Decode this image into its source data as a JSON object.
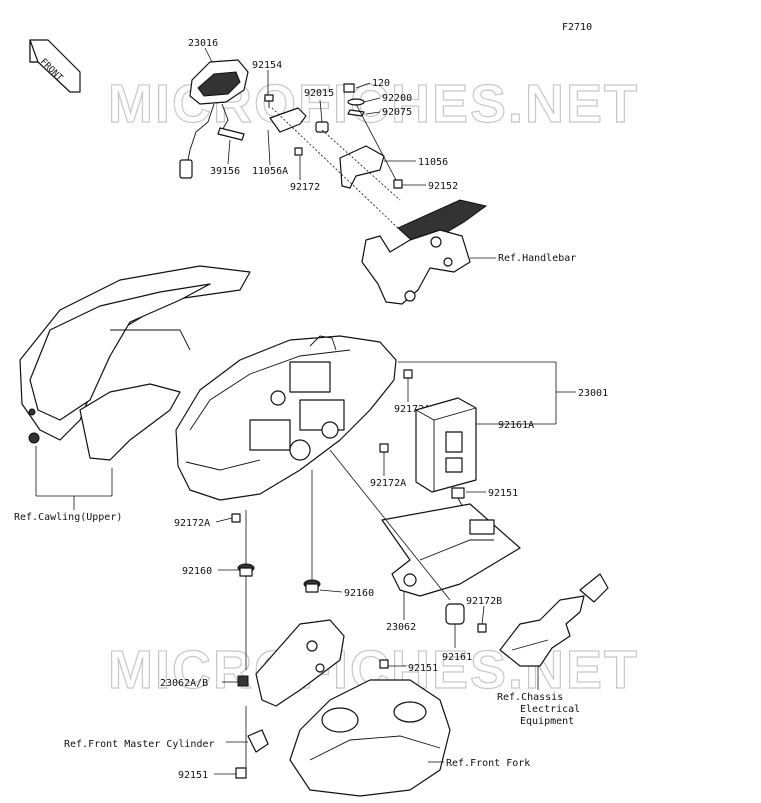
{
  "diagram_code": "F2710",
  "front_tag": "FRONT",
  "watermark": "MICROFICHES.NET",
  "labels": {
    "p23016": "23016",
    "p92154": "92154",
    "p120": "120",
    "p92200": "92200",
    "p92075": "92075",
    "p92015": "92015",
    "p39156": "39156",
    "p11056A": "11056A",
    "p92172_top": "92172",
    "p11056": "11056",
    "p92152": "92152",
    "ref_handlebar": "Ref.Handlebar",
    "p23001": "23001",
    "p92172A_a": "92172A",
    "p92161A": "92161A",
    "p92172A_b": "92172A",
    "p92151_a": "92151",
    "ref_cowling": "Ref.Cawling(Upper)",
    "p92172A_c": "92172A",
    "p92160_a": "92160",
    "p92160_b": "92160",
    "p23062": "23062",
    "p92172B": "92172B",
    "p92161": "92161",
    "p92151_b": "92151",
    "p23062AB": "23062A/B",
    "ref_chassis_1": "Ref.Chassis",
    "ref_chassis_2": "Electrical",
    "ref_chassis_3": "Equipment",
    "ref_master_cyl": "Ref.Front Master Cylinder",
    "ref_front_fork": "Ref.Front Fork",
    "p92151_c": "92151"
  }
}
